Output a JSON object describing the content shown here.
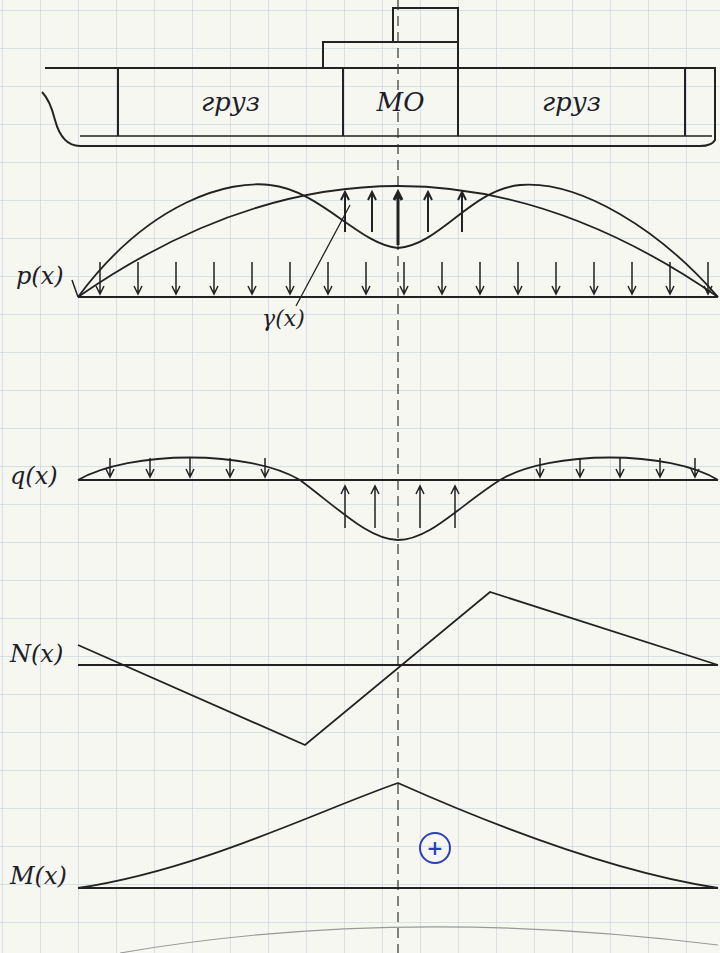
{
  "diagram": {
    "nodes": [
      {
        "text": [
          "груз"
        ]
      },
      {
        "text": [
          "МО"
        ]
      },
      {
        "text": [
          "груз"
        ]
      },
      {
        "text": [
          "+"
        ]
      }
    ],
    "labels": [
      "p(x)",
      "γ(x)",
      "q(x)",
      "N(x)",
      "M(x)"
    ]
  }
}
